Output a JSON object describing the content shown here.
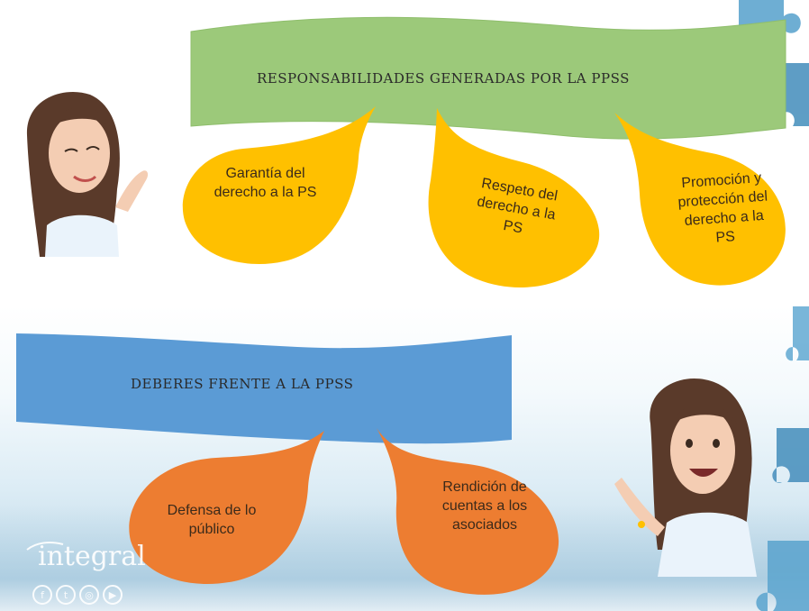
{
  "top_section": {
    "banner_title": "RESPONSABILIDADES GENERADAS POR LA PPSS",
    "bubbles": [
      {
        "label": "Garantía del derecho a la PS"
      },
      {
        "label": "Respeto del derecho a la PS"
      },
      {
        "label": "Promoción y protección del derecho a la PS"
      }
    ]
  },
  "bottom_section": {
    "banner_title": "DEBERES FRENTE A LA PPSS",
    "bubbles": [
      {
        "label": "Defensa de lo público"
      },
      {
        "label": "Rendición de cuentas a los asociados"
      }
    ]
  },
  "logo": {
    "text": "integral"
  },
  "social_icons": [
    "facebook-icon",
    "twitter-icon",
    "instagram-icon",
    "youtube-icon"
  ],
  "colors": {
    "green_banner": "#9cc97a",
    "blue_banner": "#5b9bd5",
    "yellow_bubble": "#ffc000",
    "orange_bubble": "#ed7d31",
    "puzzle": "#5fa6cf"
  }
}
